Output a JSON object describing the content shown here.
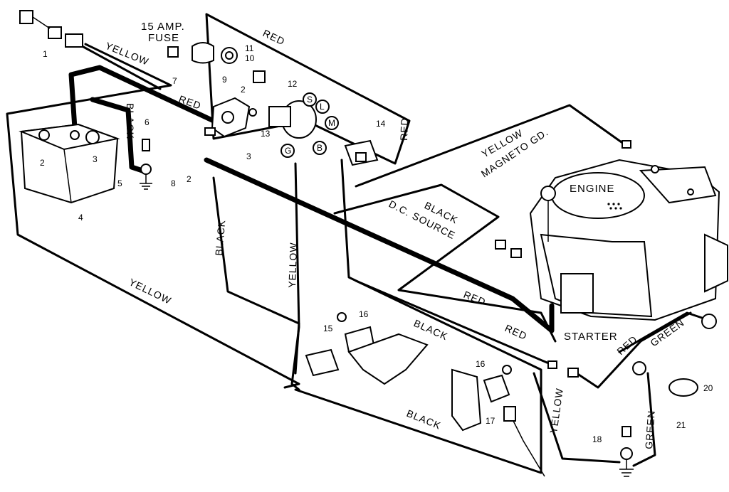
{
  "fuse_label_top": "15 AMP.",
  "fuse_label_bottom": "FUSE",
  "wires": {
    "yellow_top": "YELLOW",
    "red_upper": "RED",
    "red_top": "RED",
    "red_right": "RED",
    "black_battery": "BLACK",
    "black_left": "BLACK",
    "yellow_left": "YELLOW",
    "yellow_middle": "YELLOW",
    "yellow_magneto": "YELLOW",
    "magneto_gd": "MAGNETO GD.",
    "black_dc": "BLACK",
    "dc_source": "D.C. SOURCE",
    "red_dc": "RED",
    "black_lower": "BLACK",
    "black_bottom": "BLACK",
    "red_lower_right": "RED",
    "yellow_right": "YELLOW",
    "red_short": "RED",
    "green_upper": "GREEN",
    "green_lower": "GREEN"
  },
  "engine_label": "ENGINE",
  "starter_label": "STARTER",
  "switch_terminals": [
    "S",
    "L",
    "M",
    "B",
    "G"
  ],
  "part_numbers": {
    "p1": "1",
    "p2a": "2",
    "p2b": "2",
    "p2c": "2",
    "p3a": "3",
    "p3b": "3",
    "p4": "4",
    "p5": "5",
    "p6": "6",
    "p7": "7",
    "p8": "8",
    "p9": "9",
    "p10": "10",
    "p11": "11",
    "p12": "12",
    "p13": "13",
    "p14": "14",
    "p15": "15",
    "p16a": "16",
    "p16b": "16",
    "p17": "17",
    "p18": "18",
    "p20": "20",
    "p21": "21"
  }
}
